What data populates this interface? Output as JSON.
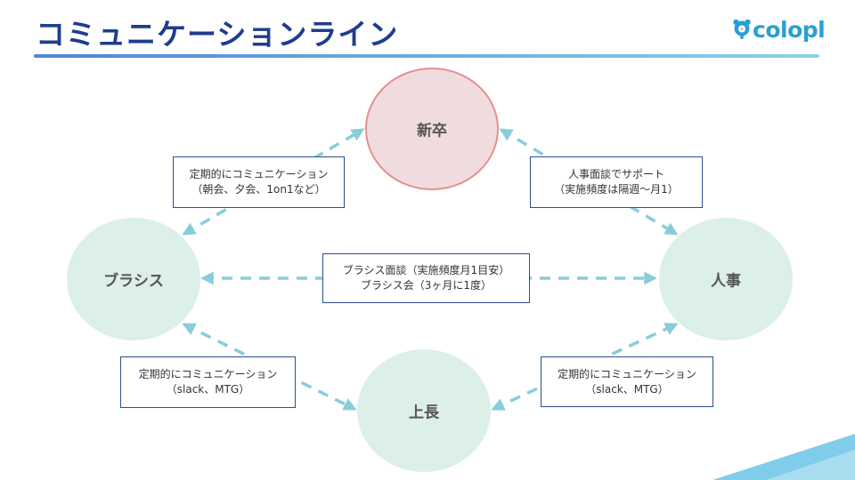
{
  "page": {
    "title": "コミュニケーションライン"
  },
  "logo": {
    "text": "colopl",
    "icon": "colopl-bear-icon",
    "color": "#2a9fd6"
  },
  "colors": {
    "title": "#1e3d8f",
    "new_grad_fill": "#f0dcde",
    "new_grad_stroke": "#e58f8f",
    "node_fill": "#dcefe9",
    "arrow": "#88cdd9",
    "box_border": "#2b4f8e"
  },
  "nodes": {
    "new_grad": "新卒",
    "brother_sister": "ブラシス",
    "hr": "人事",
    "boss": "上長"
  },
  "labels": {
    "top_left": [
      "定期的にコミュニケーション",
      "（朝会、夕会、1on1など）"
    ],
    "top_right": [
      "人事面談でサポート",
      "（実施頻度は隔週〜月1）"
    ],
    "middle": [
      "ブラシス面談（実施頻度月1目安）",
      "ブラシス会（3ヶ月に1度）"
    ],
    "bottom_left": [
      "定期的にコミュニケーション",
      "（slack、MTG）"
    ],
    "bottom_right": [
      "定期的にコミュニケーション",
      "（slack、MTG）"
    ]
  }
}
